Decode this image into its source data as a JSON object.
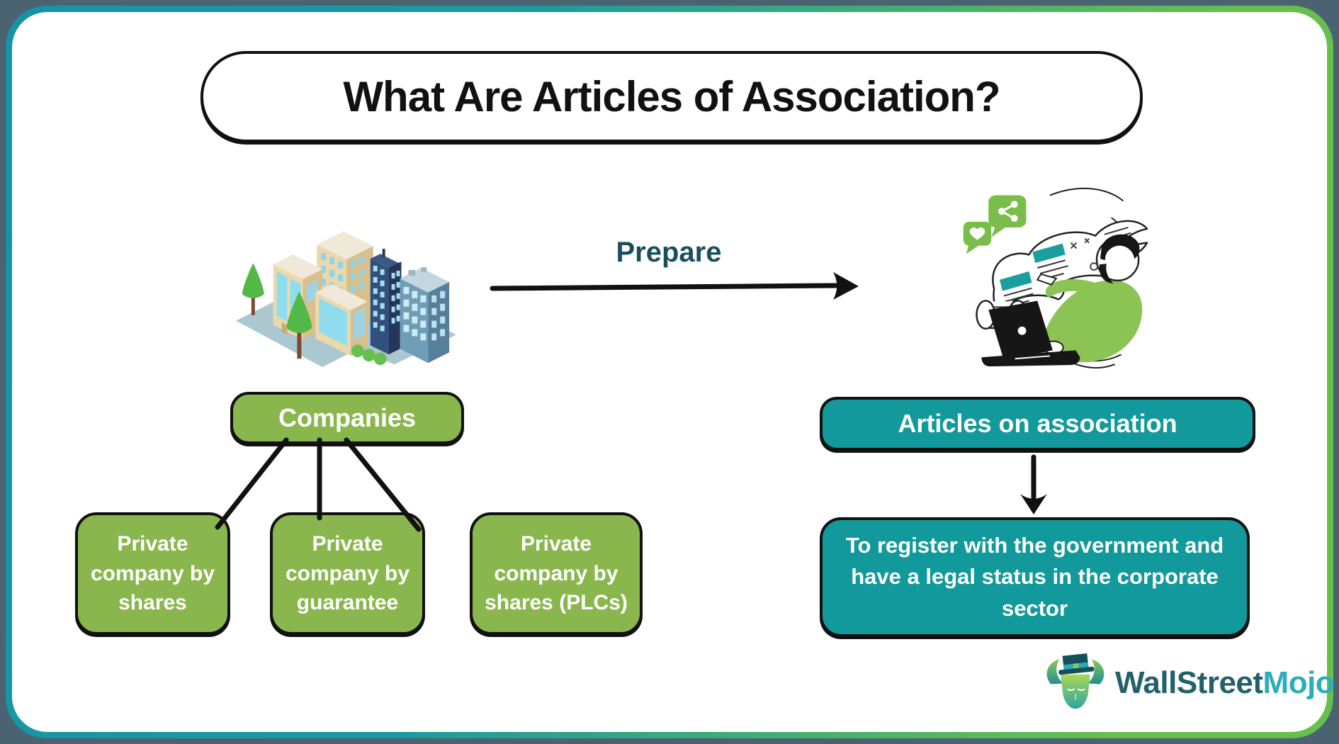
{
  "title": {
    "text": "What Are Articles of Association?"
  },
  "flow": {
    "prepare_label": "Prepare",
    "companies": {
      "label": "Companies"
    },
    "company_types": [
      {
        "label": "Private company by shares"
      },
      {
        "label": "Private company by guarantee"
      },
      {
        "label": "Private company by shares (PLCs)"
      }
    ],
    "articles": {
      "label": "Articles on association"
    },
    "purpose": {
      "text": "To register with the government and have a legal status in the corporate sector"
    }
  },
  "branding": {
    "wallstreet": "WallStreet",
    "mojo": "Mojo"
  },
  "colors": {
    "page_bg": "#4b6370",
    "card_border_start": "#1694a6",
    "card_border_end": "#67c04e",
    "green_box": "#8ab74d",
    "teal_box": "#12999b",
    "prepare_text": "#19505e",
    "outline": "#111111",
    "logo_dark_teal": "#23606a",
    "logo_light_teal": "#2badbc"
  },
  "illustrations": {
    "buildings": "isometric-office-buildings",
    "person": "person-preparing-documents-on-laptop",
    "logo_bull": "wallstreetmojo-bull-mascot"
  }
}
